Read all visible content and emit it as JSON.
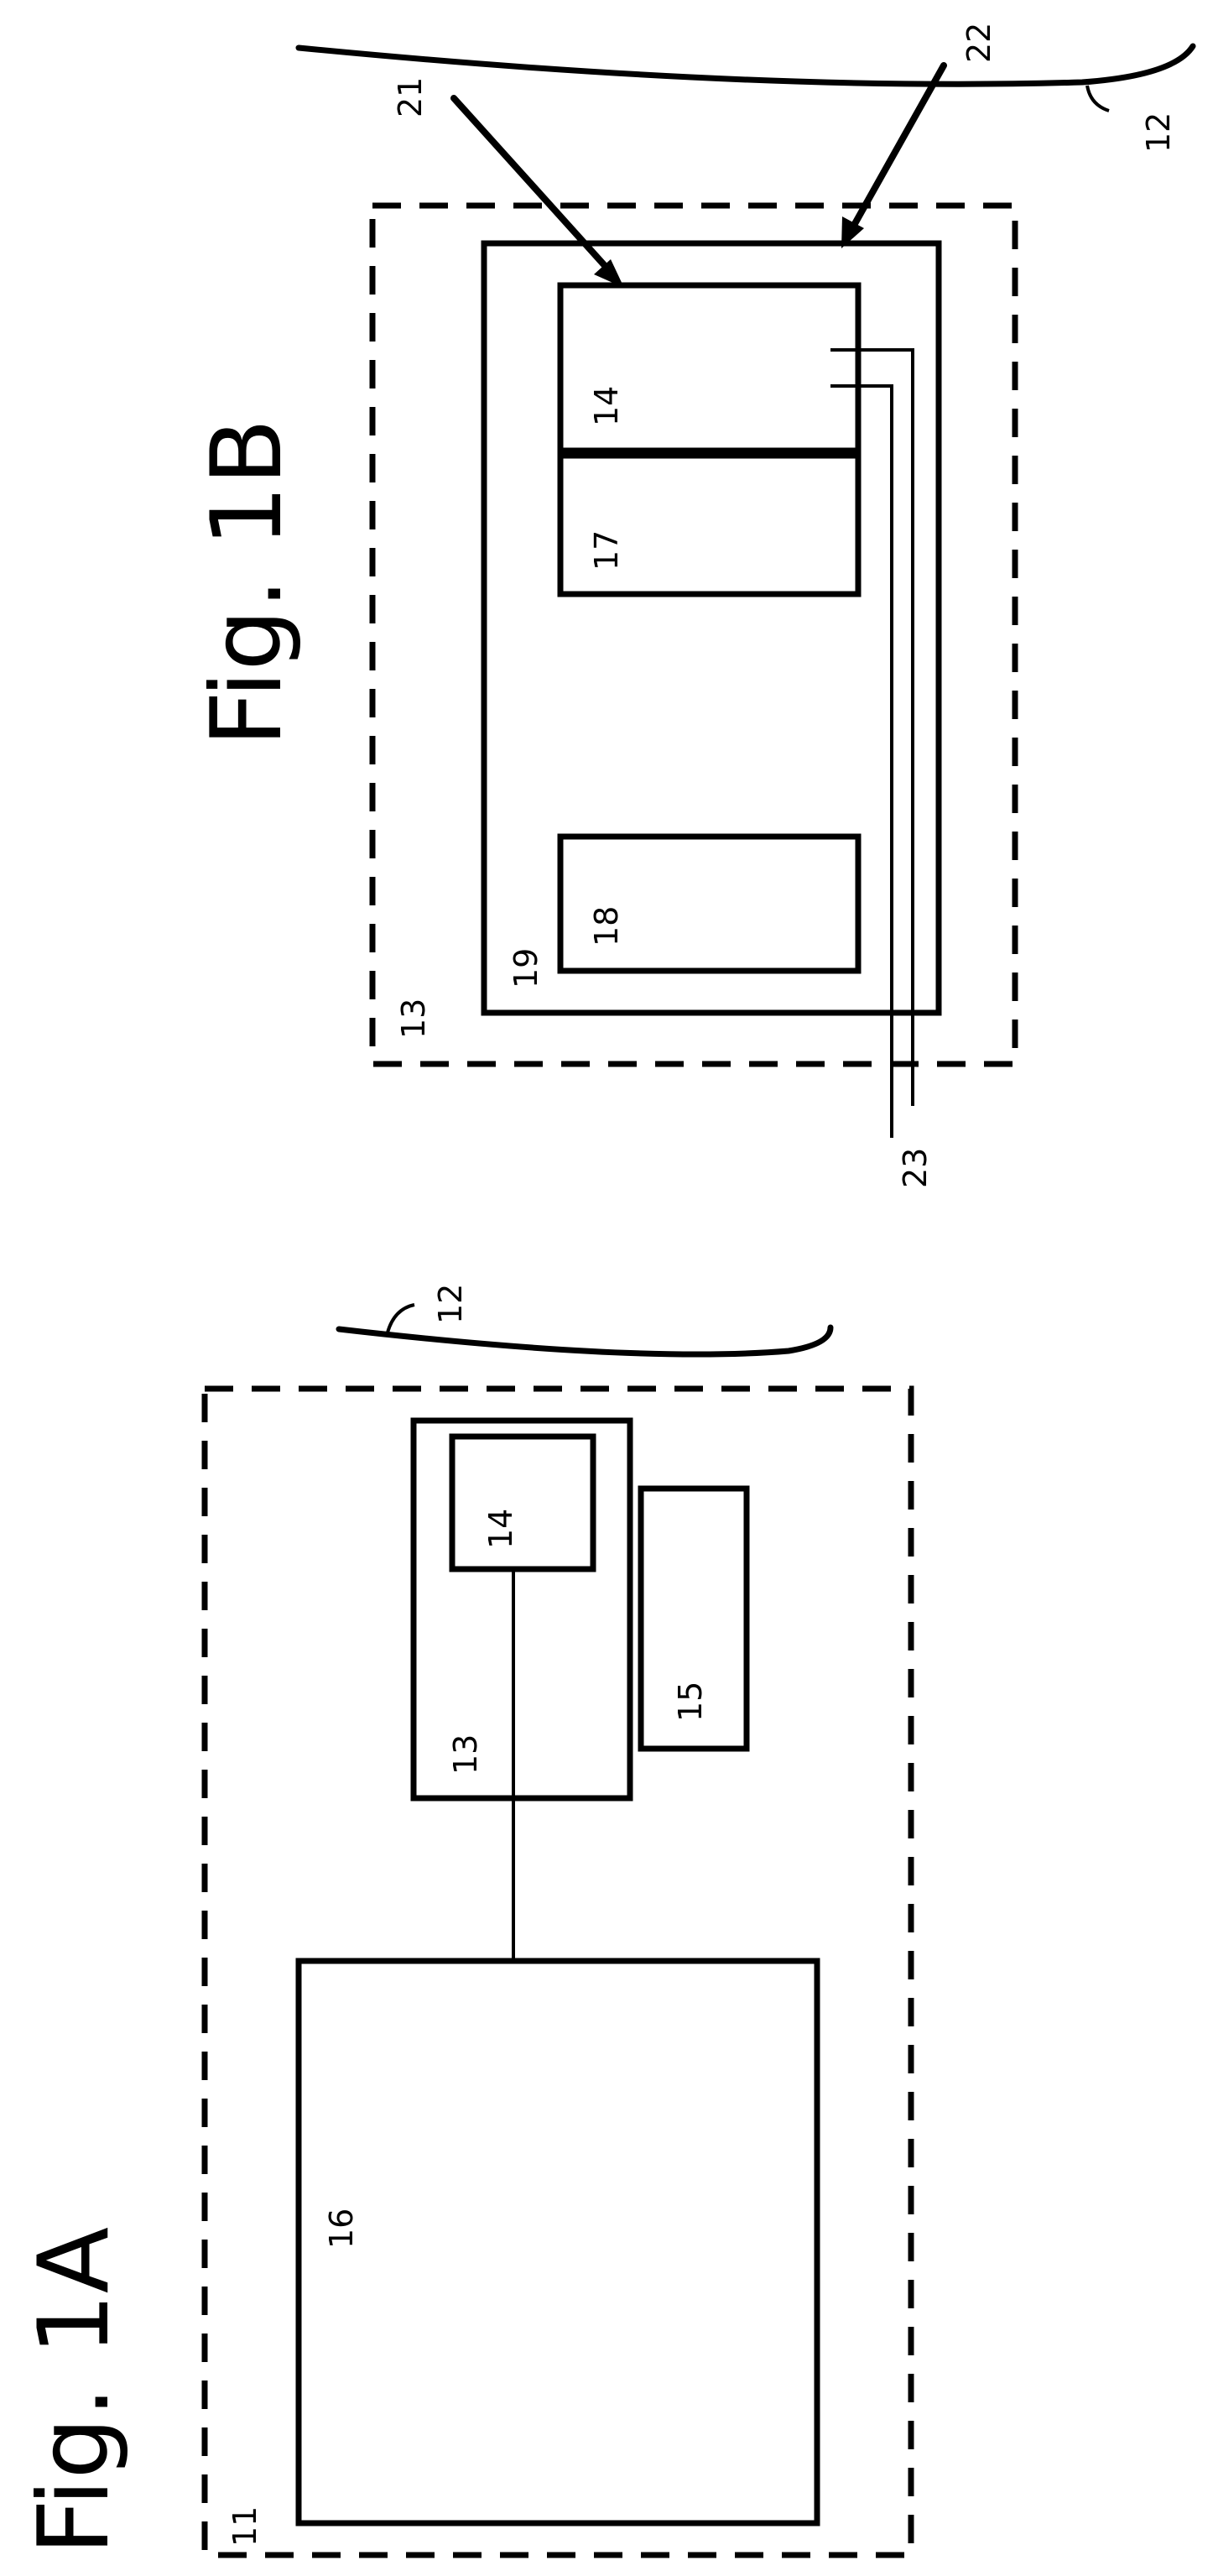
{
  "figure_1a": {
    "title": "Fig. 1A",
    "labels": {
      "system": "11",
      "surface": "12",
      "module": "13",
      "sensor": "14",
      "unit": "15",
      "device": "16"
    }
  },
  "figure_1b": {
    "title": "Fig. 1B",
    "labels": {
      "module": "13",
      "sensor": "14",
      "component_17": "17",
      "component_18": "18",
      "housing": "19",
      "arrow_21": "21",
      "arrow_22": "22",
      "leads": "23",
      "surface": "12"
    }
  },
  "colors": {
    "ink": "#000000",
    "paper": "#ffffff"
  }
}
